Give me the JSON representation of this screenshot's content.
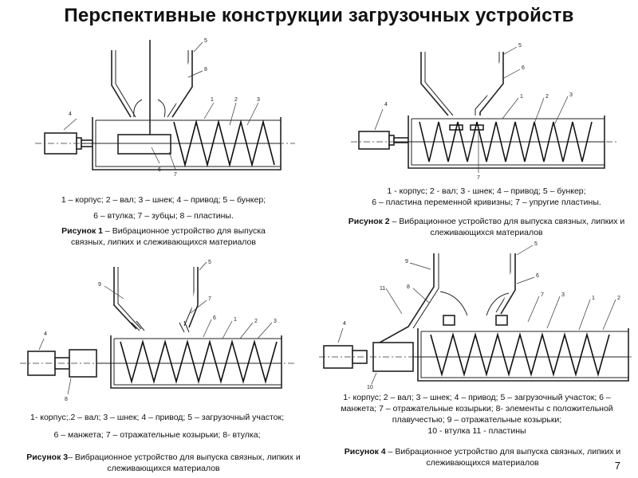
{
  "header": {
    "title": "Перспективные конструкции загрузочных устройств"
  },
  "figures": [
    {
      "legend_line1": "1 – корпус; 2 – вал; 3 – шнек; 4 – привод;  5 – бункер;",
      "legend_line2": "6 – втулка; 7 – зубцы; 8 – пластины.",
      "caption_label": "Рисунок 1",
      "caption_text": " – Вибрационное устройство для выпуска связных, липких и слеживающихся материалов",
      "part_numbers": [
        "1",
        "2",
        "3",
        "4",
        "5",
        "6",
        "7",
        "8"
      ]
    },
    {
      "legend_line1": "1 - корпус; 2 - вал; 3 - шнек; 4 – привод; 5 – бункер;",
      "legend_line2": "6 – пластина переменной кривизны; 7 – упругие пластины.",
      "caption_label": "Рисунок 2",
      "caption_text": " – Вибрационное устройство для выпуска связных, липких и слеживающихся материалов",
      "part_numbers": [
        "1",
        "2",
        "3",
        "4",
        "5",
        "6",
        "7"
      ]
    },
    {
      "legend_line1": "1- корпус;.2 – вал; 3 – шнек; 4 – привод;  5 – загрузочный участок;",
      "legend_line2": "6 – манжета; 7 – отражательные козырьки; 8- втулка;",
      "caption_label": "Рисунок 3",
      "caption_text": "– Вибрационное устройство для выпуска связных, липких и слеживающихся материалов",
      "part_numbers": [
        "1",
        "2",
        "3",
        "4",
        "5",
        "6",
        "7",
        "8",
        "9"
      ]
    },
    {
      "legend_line1": "1- корпус; 2 – вал; 3 – шнек; 4 – привод; 5 – загрузочный участок; 6 –",
      "legend_line2": "манжета; 7 – отражательные козырьки; 8- элементы с положительной",
      "legend_line3": "плавучестью; 9 – отражательные козырьки;",
      "legend_line4": "10 - втулка   11 - пластины",
      "caption_label": "Рисунок 4",
      "caption_text": " – Вибрационное устройство для выпуска связных, липких и слеживающихся материалов",
      "part_numbers": [
        "1",
        "2",
        "3",
        "4",
        "5",
        "6",
        "7",
        "8",
        "9",
        "10",
        "11"
      ]
    }
  ],
  "footer": {
    "page_number": "7"
  }
}
